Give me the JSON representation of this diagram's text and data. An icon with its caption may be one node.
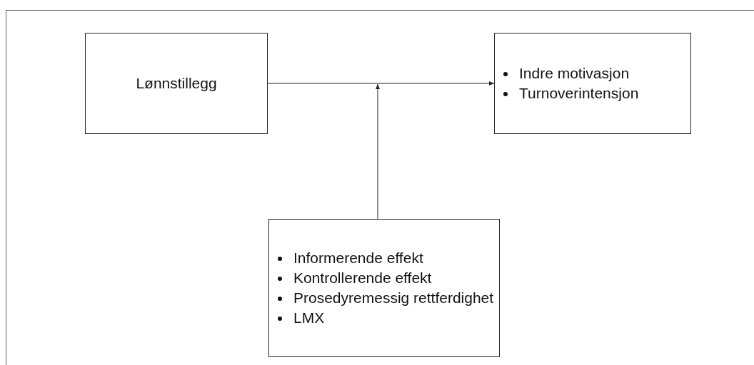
{
  "diagram": {
    "nodes": [
      {
        "text": [
          "Lønnstillegg"
        ]
      },
      {
        "text": [
          "Indre motivasjon",
          "Turnoverintensjon"
        ]
      },
      {
        "text": [
          "Informerende effekt",
          "Kontrollerende effekt",
          "Prosedyremessig rettferdighet",
          "LMX"
        ]
      }
    ],
    "edges": [
      {
        "from": 0,
        "to": 1,
        "arrow": "to"
      },
      {
        "from": 2,
        "to": null,
        "arrow": "to"
      }
    ]
  }
}
